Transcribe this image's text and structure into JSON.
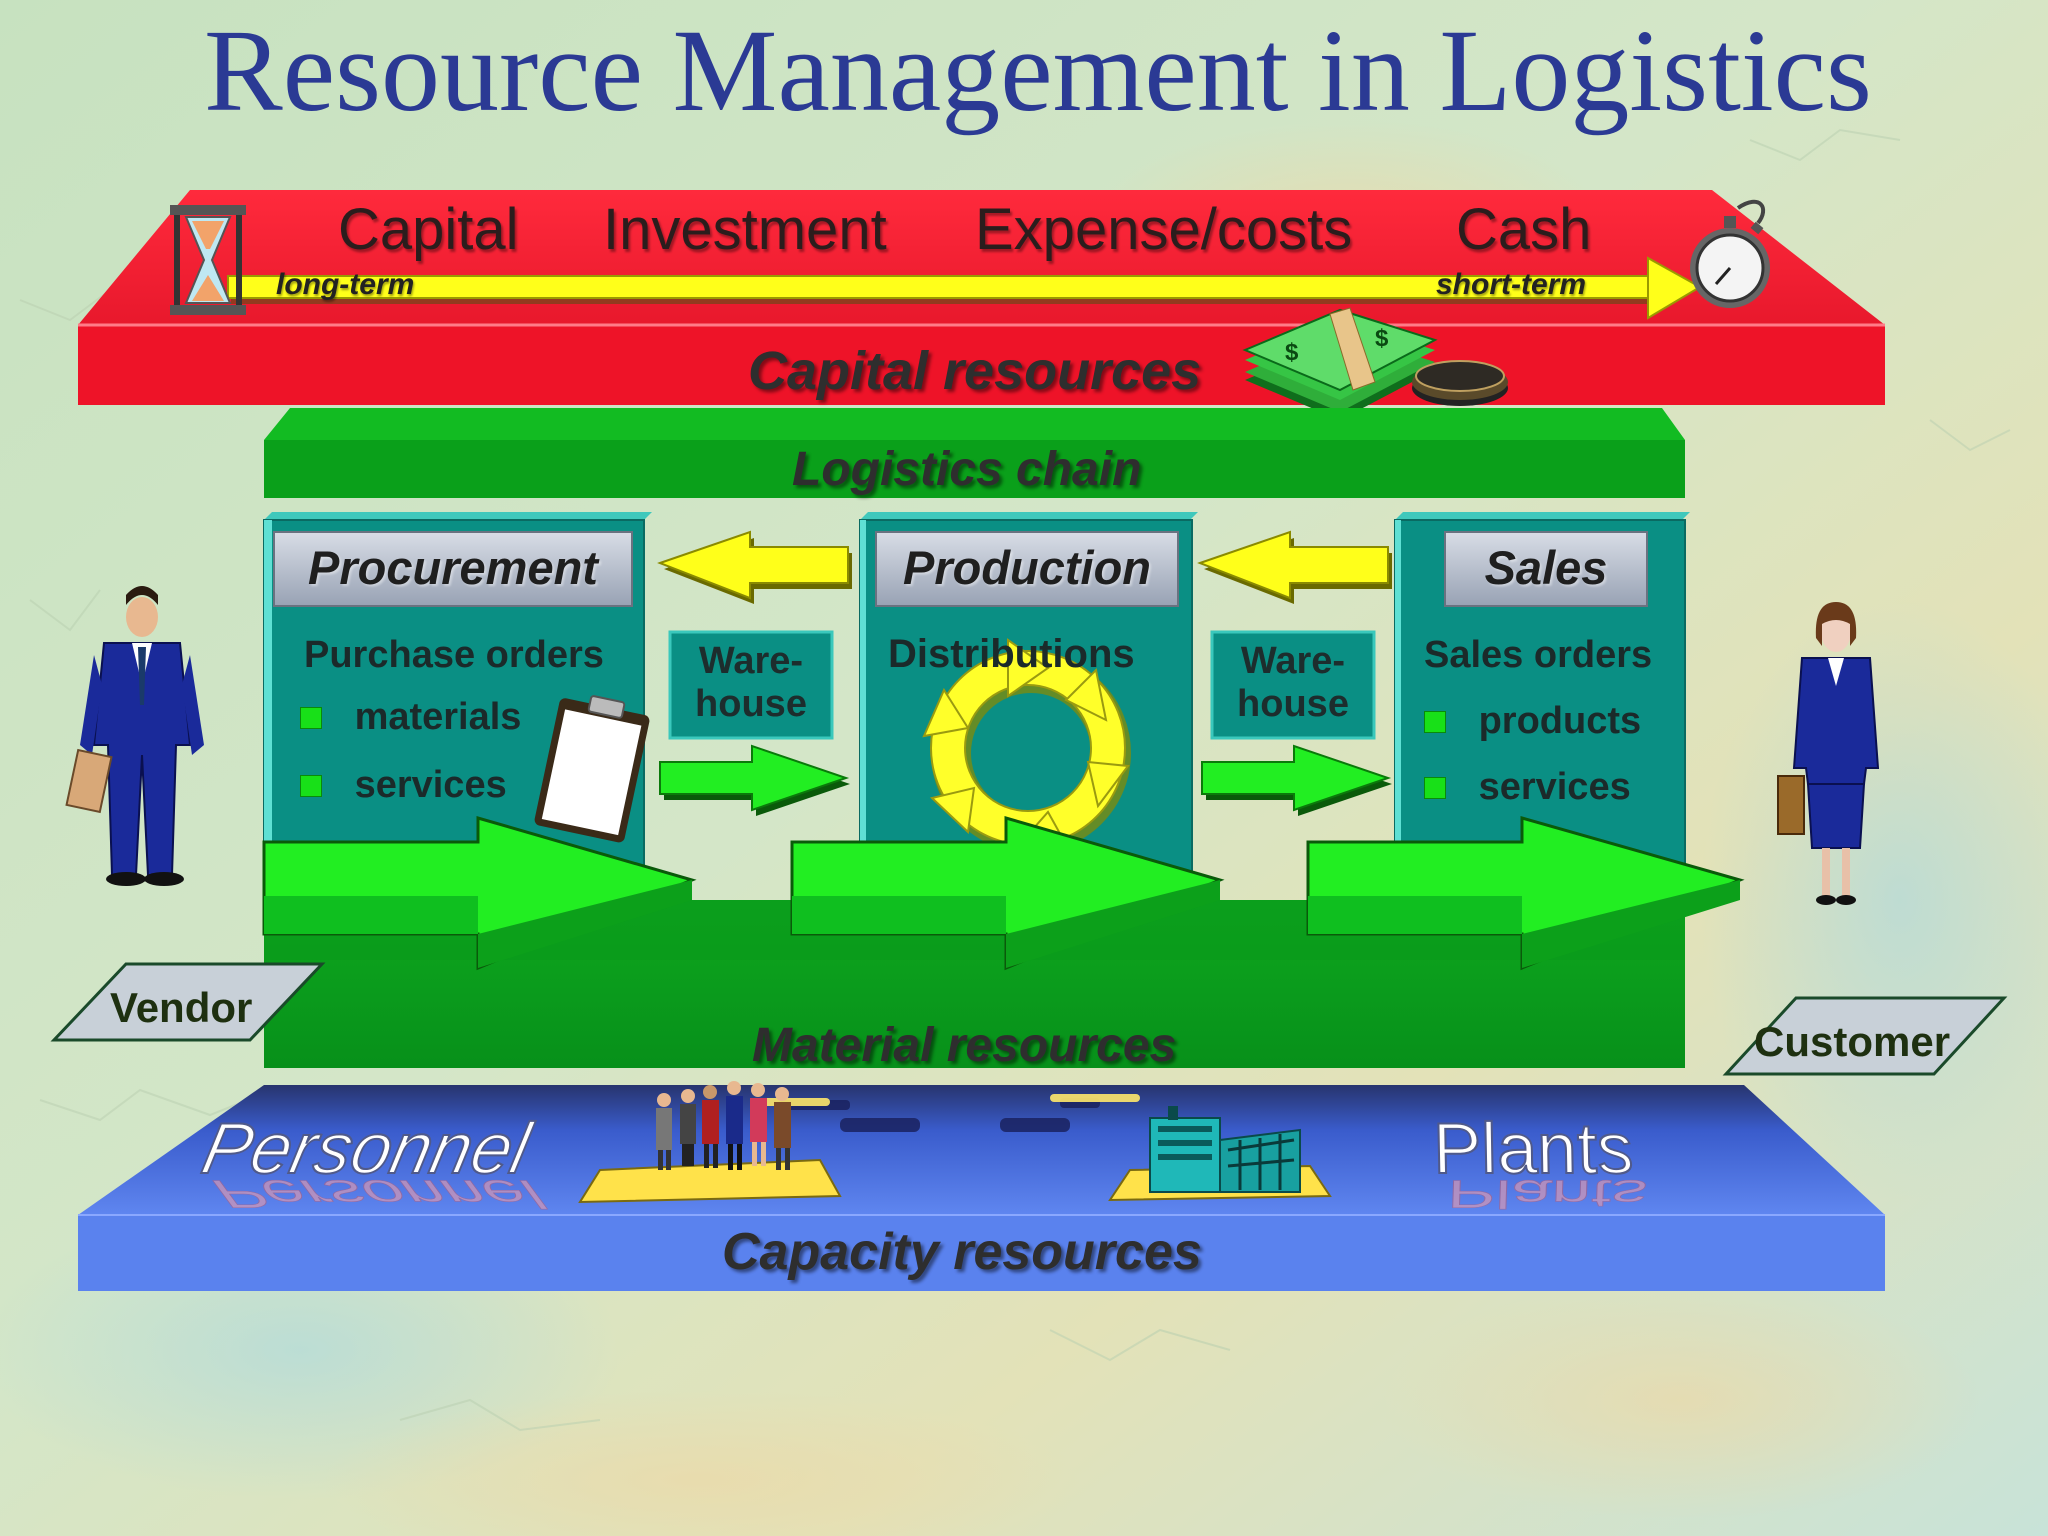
{
  "title": "Resource Management in Logistics",
  "top_bar": {
    "words": [
      "Capital",
      "Investment",
      "Expense/costs",
      "Cash"
    ],
    "left_term": "long-term",
    "right_term": "short-term",
    "icons": {
      "left": "hourglass-icon",
      "right": "stopwatch-icon"
    }
  },
  "capital_resources": {
    "label": "Capital resources",
    "icon": "money-icon"
  },
  "logistics_chain": {
    "label": "Logistics chain"
  },
  "boxes": {
    "procurement": {
      "header": "Procurement",
      "heading": "Purchase orders",
      "items": [
        "materials",
        "services"
      ],
      "icon": "clipboard-icon"
    },
    "production": {
      "header": "Production",
      "heading": "Distributions",
      "icon": "cycle-arrows-icon"
    },
    "sales": {
      "header": "Sales",
      "heading": "Sales orders",
      "items": [
        "products",
        "services"
      ]
    }
  },
  "warehouse_left": "Ware-\nhouse",
  "warehouse_right": "Ware-\nhouse",
  "vendor": {
    "label": "Vendor",
    "icon": "businessman-icon"
  },
  "customer": {
    "label": "Customer",
    "icon": "businesswoman-icon"
  },
  "material_resources": {
    "label": "Material resources"
  },
  "capacity": {
    "label": "Capacity resources",
    "personnel": "Personnel",
    "plants": "Plants",
    "icons": [
      "people-group-icon",
      "factory-icon"
    ]
  },
  "colors": {
    "red_bar": "#f0102a",
    "yellow_arrow": "#ffff1a",
    "green_bar": "#0aa01a",
    "teal_box": "#0a8f84",
    "blue_slab": "#4a6ee8",
    "title_blue": "#2b3a94",
    "bright_green_arrow": "#22ee22"
  }
}
